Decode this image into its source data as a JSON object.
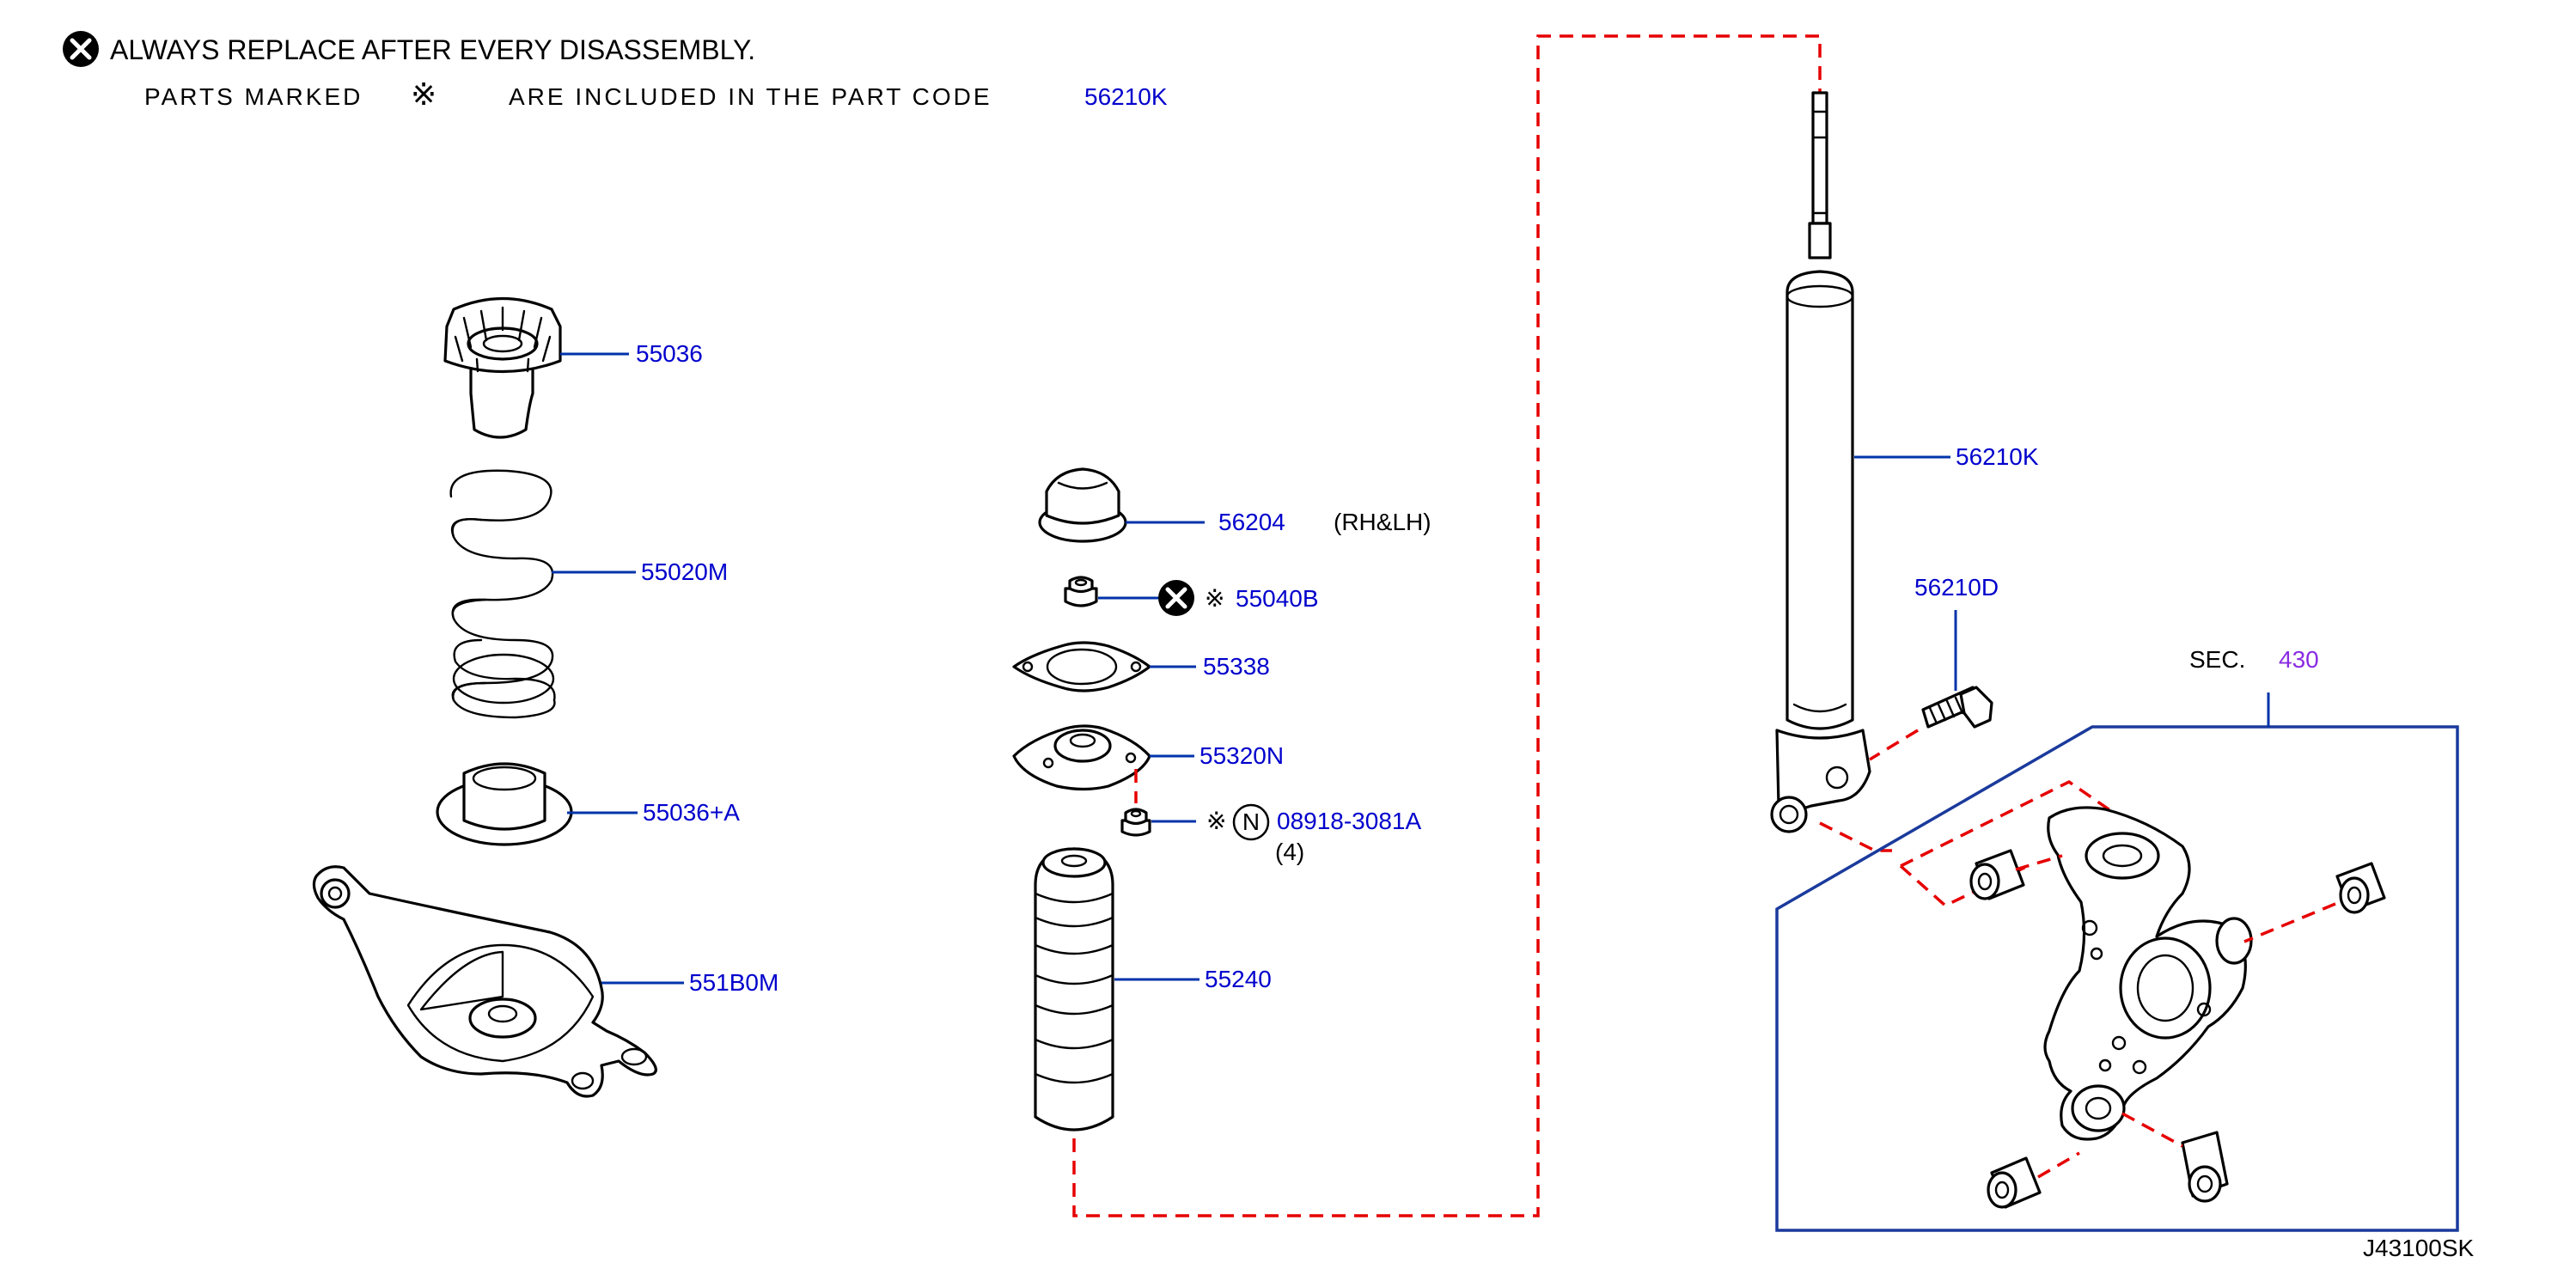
{
  "notes": {
    "replace": "ALWAYS  REPLACE  AFTER  EVERY  DISASSEMBLY.",
    "parts_marked_prefix": "PARTS   MARKED",
    "parts_marked_suffix": "ARE   INCLUDED   IN   THE   PART   CODE",
    "part_code": "56210K",
    "kome_symbol": "※"
  },
  "parts": {
    "p55036": "55036",
    "p55020M": "55020M",
    "p55036A": "55036+A",
    "p551B0M": "551B0M",
    "p56204": "56204",
    "p56204_note": "(RH&LH)",
    "p55040B": "55040B",
    "p55338": "55338",
    "p55320N": "55320N",
    "p08918": "08918-3081A",
    "p08918_qty": "(4)",
    "p55240": "55240",
    "p56210K": "56210K",
    "p56210D": "56210D"
  },
  "section": {
    "prefix": "SEC.",
    "number": "430"
  },
  "markers": {
    "kome": "※",
    "n_circle": "N"
  },
  "diagram_code": "J43100SK",
  "colors": {
    "label": "#0000cc",
    "leader": "#0033aa",
    "dashed": "#e60000",
    "section_link": "#8a2be2",
    "box": "#1a3a9c"
  }
}
